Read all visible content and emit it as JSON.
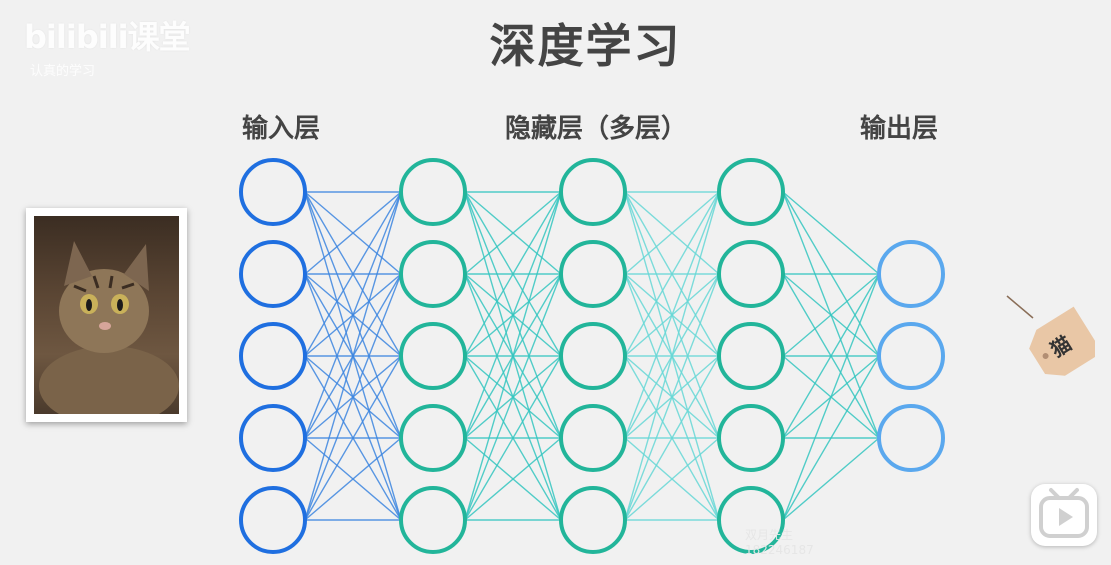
{
  "branding": {
    "logo_text": "bilibili课堂",
    "logo_sub": "认真的学习",
    "player_mark": "bilibili-tv-play-icon"
  },
  "title": "深度学习",
  "layers": {
    "input_label": "输入层",
    "hidden_label": "隐藏层（多层）",
    "output_label": "输出层"
  },
  "image": {
    "subject": "cat-photo"
  },
  "output_tag": {
    "label": "猫"
  },
  "watermark": {
    "line1": "双月先生",
    "line2": "182246187"
  },
  "network": {
    "layer_sizes": [
      5,
      5,
      5,
      5,
      3
    ],
    "layer_colors": [
      "#1f6fe0",
      "#22b59a",
      "#22b59a",
      "#22b59a",
      "#5aa8ee"
    ],
    "edge_colors": [
      "#3d86e0",
      "#35c6c0",
      "#67d8d6",
      "#35c6c0"
    ]
  }
}
